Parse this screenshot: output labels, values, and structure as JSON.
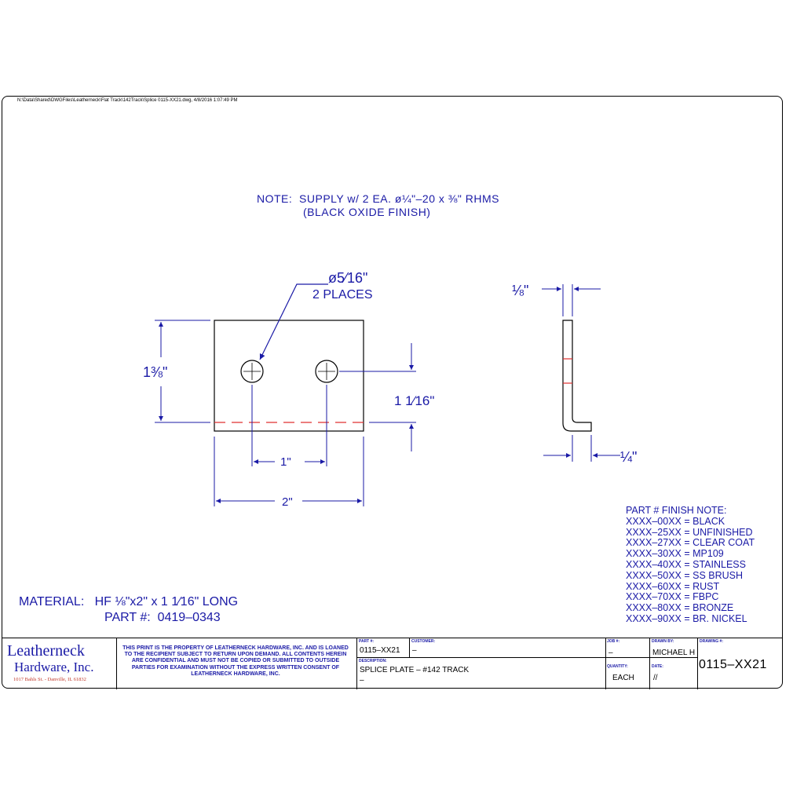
{
  "file_path": "N:\\Data\\Shared\\DWGFiles\\Leatherneck\\Flat Track\\142Track\\Splice 0115-XX21.dwg, 4/8/2016 1:07:49 PM",
  "note": {
    "line1": "NOTE:  SUPPLY w/ 2 EA. ø¼\"–20 x ⅜\" RHMS",
    "line2": "(BLACK OXIDE FINISH)"
  },
  "dimensions": {
    "hole_dia": "ø5⁄16\"",
    "hole_places": "2 PLACES",
    "height": "1⅜\"",
    "hole_offset": "1 1⁄16\"",
    "hole_spacing": "1\"",
    "width": "2\"",
    "thickness": "⅛\"",
    "bend_leg": "¼\""
  },
  "finish_note": {
    "title": "PART # FINISH NOTE:",
    "rows": [
      "XXXX–00XX = BLACK",
      "XXXX–25XX = UNFINISHED",
      "XXXX–27XX = CLEAR COAT",
      "XXXX–30XX = MP109",
      "XXXX–40XX = STAINLESS",
      "XXXX–50XX = SS BRUSH",
      "XXXX–60XX = RUST",
      "XXXX–70XX = FBPC",
      "XXXX–80XX = BRONZE",
      "XXXX–90XX = BR. NICKEL"
    ]
  },
  "material": {
    "label": "MATERIAL:",
    "value": "HF ⅛\"x2\" x 1 1⁄16\" LONG",
    "part_label": "PART #:",
    "part_value": "0419–0343"
  },
  "title_block": {
    "company_line1": "Leatherneck",
    "company_line2": "Hardware, Inc.",
    "company_address": "1017 Bahls St. - Danville, IL  61832",
    "disclaimer": "THIS PRINT IS THE PROPERTY OF LEATHERNECK HARDWARE, INC. AND IS LOANED TO THE RECIPIENT SUBJECT TO RETURN UPON DEMAND. ALL CONTENTS HEREIN ARE CONFIDENTIAL AND MUST NOT BE COPIED OR SUBMITTED TO OUTSIDE PARTIES FOR EXAMINATION WITHOUT THE EXPRESS WRITTEN CONSENT OF LEATHERNECK HARDWARE, INC.",
    "part_label": "PART #:",
    "part_value": "0115–XX21",
    "customer_label": "CUSTOMER:",
    "customer_value": "–",
    "description_label": "DESCRIPTION:",
    "description_value": "SPLICE PLATE – #142 TRACK",
    "description_value2": "–",
    "job_label": "JOB #:",
    "job_value": "–",
    "drawn_label": "DRAWN BY:",
    "drawn_value": "MICHAEL H",
    "drawing_label": "DRAWING #:",
    "drawing_value": "0115–XX21",
    "quantity_label": "QUANTITY:",
    "quantity_value": "EACH",
    "date_label": "DATE:",
    "date_value": "//"
  },
  "colors": {
    "ink": "#1a1aa6",
    "centerline": "#e03030",
    "border": "#000000"
  }
}
